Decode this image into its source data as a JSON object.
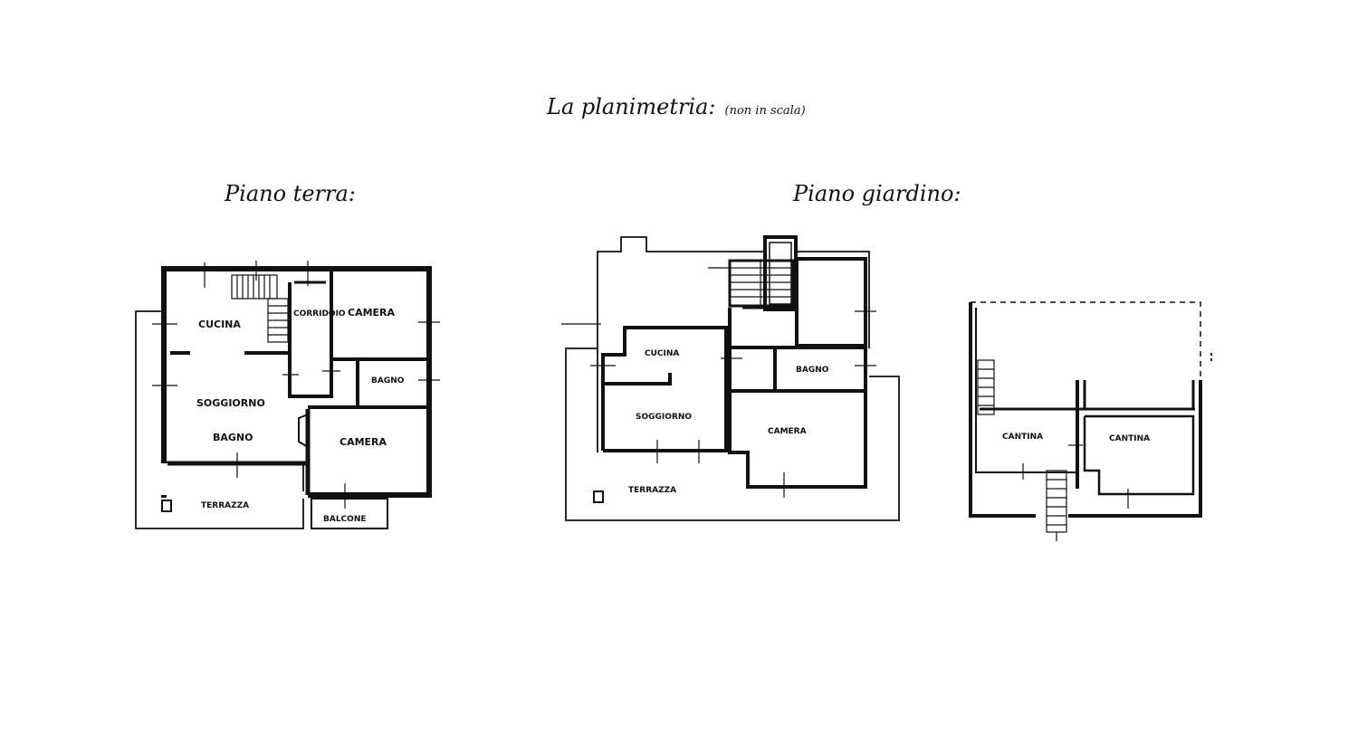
{
  "title": {
    "main": "La planimetria:",
    "note": "(non in scala)"
  },
  "floors": {
    "ground": {
      "label": "Piano terra:",
      "rooms": {
        "cucina": "CUCINA",
        "corridoio": "CORRIDOIO",
        "camera1": "CAMERA",
        "bagno1": "BAGNO",
        "soggiorno": "SOGGIORNO",
        "bagno2": "BAGNO",
        "camera2": "CAMERA",
        "terrazza": "TERRAZZA",
        "balcone": "BALCONE"
      }
    },
    "garden": {
      "label": "Piano giardino:",
      "rooms": {
        "cucina": "CUCINA",
        "bagno": "BAGNO",
        "soggiorno": "SOGGIORNO",
        "camera": "CAMERA",
        "terrazza": "TERRAZZA",
        "cantina1": "CANTINA",
        "cantina2": "CANTINA"
      }
    }
  }
}
